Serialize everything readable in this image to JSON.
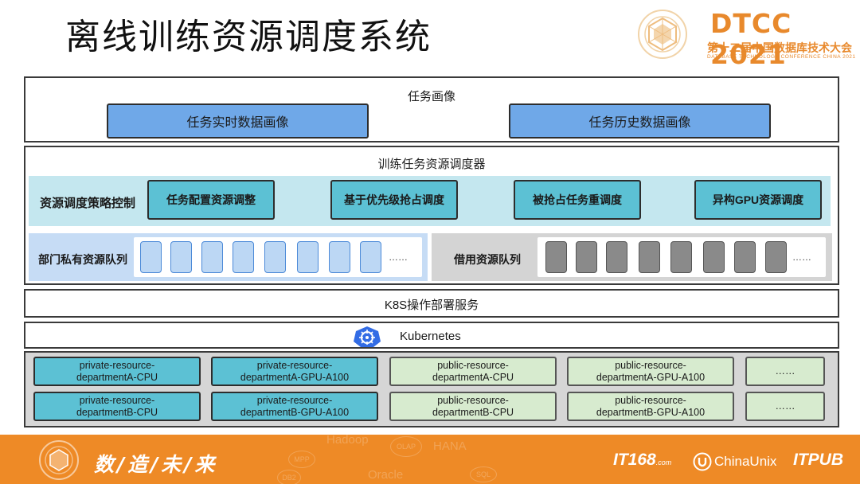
{
  "slide": {
    "title": "离线训练资源调度系统"
  },
  "logo": {
    "brand": "DTCC 2021",
    "subtitle": "第十二届中国数据库技术大会",
    "english": "DATABASE TECHNOLOGY CONFERENCE CHINA 2021",
    "icon": "conference-emblem-icon"
  },
  "profile": {
    "title": "任务画像",
    "realtime": "任务实时数据画像",
    "history": "任务历史数据画像"
  },
  "scheduler": {
    "title": "训练任务资源调度器",
    "strategy_title": "资源调度策略控制",
    "strategies": [
      "任务配置资源调整",
      "基于优先级抢占调度",
      "被抢占任务重调度",
      "异构GPU资源调度"
    ],
    "private_queue": {
      "title": "部门私有资源队列",
      "slots": 8,
      "more": "……"
    },
    "borrow_queue": {
      "title": "借用资源队列",
      "slots": 8,
      "more": "……"
    }
  },
  "k8s_service": {
    "title": "K8S操作部署服务"
  },
  "kubernetes": {
    "title": "Kubernetes",
    "icon": "kubernetes-helm-icon"
  },
  "cluster": {
    "row1": [
      {
        "kind": "private",
        "line1": "private-resource-",
        "line2": "departmentA-CPU"
      },
      {
        "kind": "private",
        "line1": "private-resource-",
        "line2": "departmentA-GPU-A100"
      },
      {
        "kind": "public",
        "line1": "public-resource-",
        "line2": "departmentA-CPU"
      },
      {
        "kind": "public",
        "line1": "public-resource-",
        "line2": "departmentA-GPU-A100"
      }
    ],
    "row2": [
      {
        "kind": "private",
        "line1": "private-resource-",
        "line2": "departmentB-CPU"
      },
      {
        "kind": "private",
        "line1": "private-resource-",
        "line2": "departmentB-GPU-A100"
      },
      {
        "kind": "public",
        "line1": "public-resource-",
        "line2": "departmentB-CPU"
      },
      {
        "kind": "public",
        "line1": "public-resource-",
        "line2": "departmentB-GPU-A100"
      }
    ],
    "more": "……"
  },
  "footer": {
    "slogan": "数/造/未/来",
    "background_words": [
      "Hadoop",
      "OLAP",
      "HANA",
      "MPP",
      "DB2",
      "Oracle",
      "SQL"
    ],
    "sponsors": [
      "IT168",
      ".com",
      "ChinaUnix",
      "ITPUB"
    ]
  },
  "colors": {
    "brand_orange": "#ee8a26",
    "profile_blue": "#6fa8e8",
    "strategy_teal": "#5cc1d4",
    "public_green": "#d7ebcf",
    "queue_blue": "#bcd7f4",
    "queue_gray": "#8a8a8a"
  }
}
